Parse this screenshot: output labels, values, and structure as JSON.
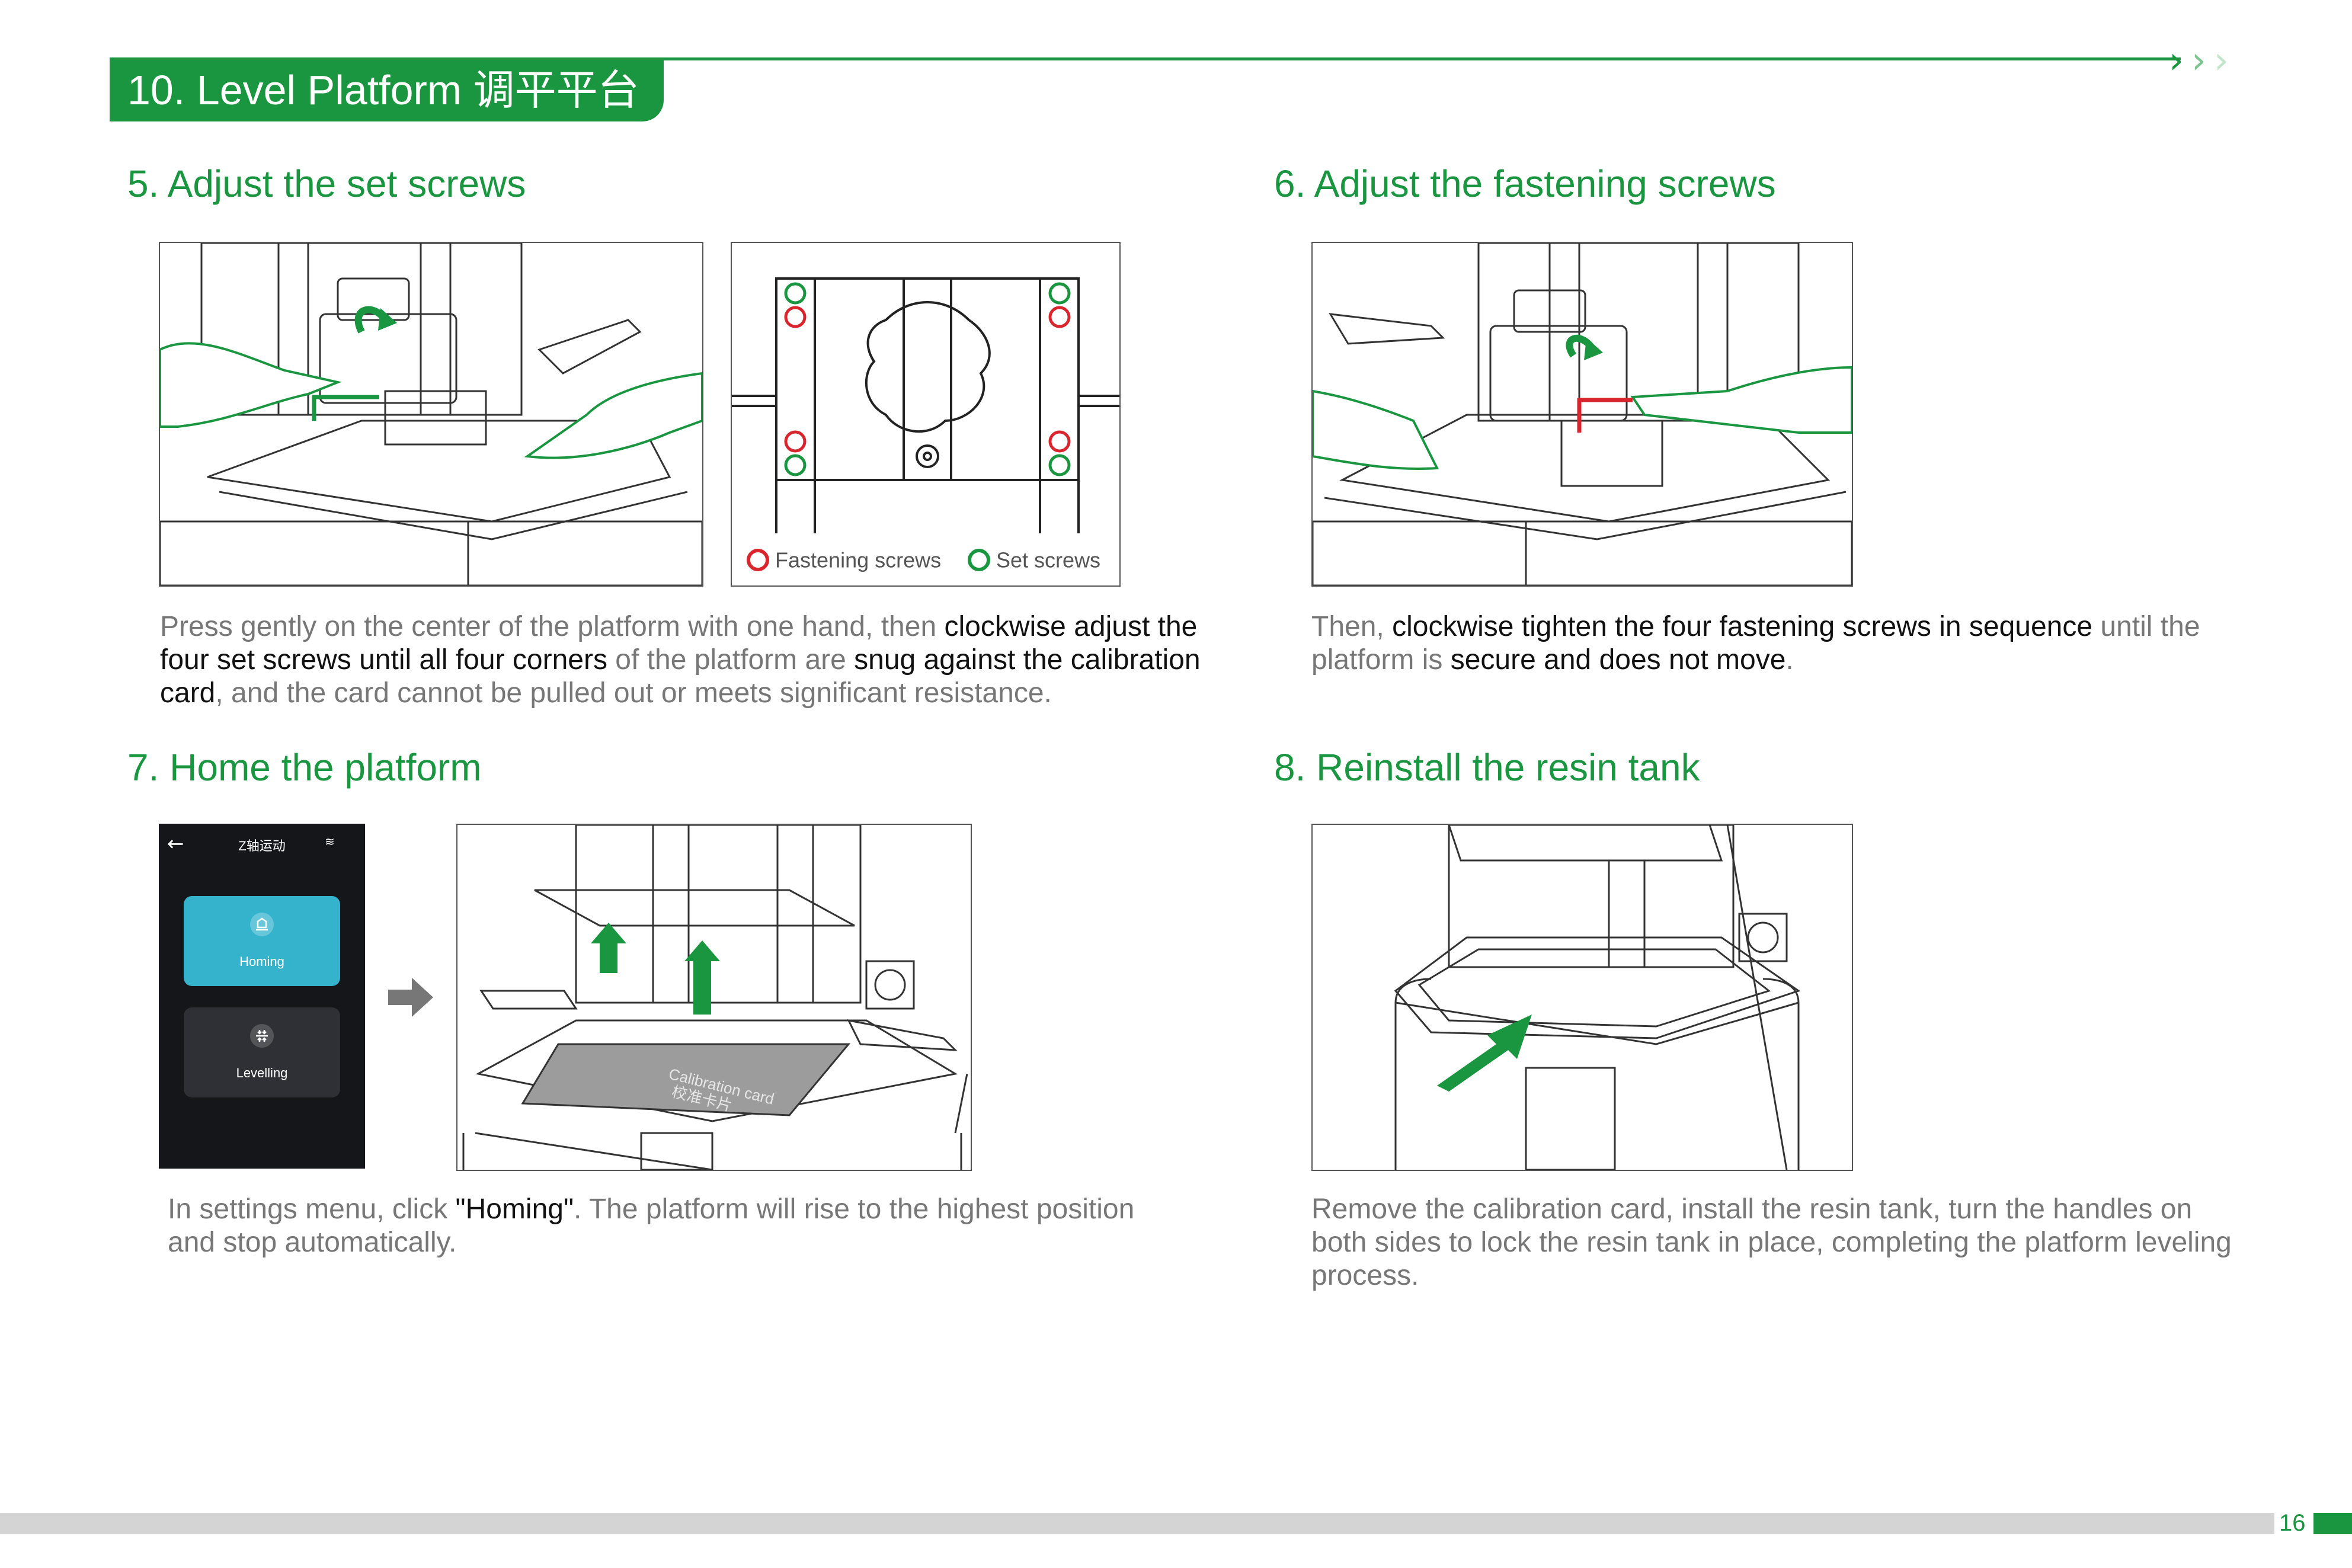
{
  "header": {
    "title": "10. Level Platform 调平平台",
    "chevrons": [
      "›",
      "›",
      "›"
    ]
  },
  "sections": {
    "s5": {
      "title": "5. Adjust the set screws",
      "desc": [
        {
          "t": "Press gently on the center of the platform with one hand, then ",
          "b": false
        },
        {
          "t": "clockwise adjust the four set screws until all four corners",
          "b": true
        },
        {
          "t": " of the platform are ",
          "b": false
        },
        {
          "t": "snug against the calibration card",
          "b": true
        },
        {
          "t": ", and the card cannot be pulled out or meets significant resistance.",
          "b": false
        }
      ],
      "legend": {
        "fastening": "Fastening screws",
        "set": "Set screws"
      }
    },
    "s6": {
      "title": "6. Adjust the fastening screws",
      "desc": [
        {
          "t": "Then, ",
          "b": false
        },
        {
          "t": "clockwise tighten the four fastening screws in sequence",
          "b": true
        },
        {
          "t": " until the platform is ",
          "b": false
        },
        {
          "t": "secure and does not move",
          "b": true
        },
        {
          "t": ".",
          "b": false
        }
      ]
    },
    "s7": {
      "title": "7. Home the platform",
      "desc": [
        {
          "t": "In settings menu, click ",
          "b": false
        },
        {
          "t": "\"Homing\"",
          "b": true
        },
        {
          "t": ". The platform will rise to the highest position and stop automatically.",
          "b": false
        }
      ],
      "phone": {
        "back_icon": "back-arrow-icon",
        "title": "Z轴运动",
        "wifi_icon": "wifi-icon",
        "homing_label": "Homing",
        "levelling_label": "Levelling"
      },
      "card_label_en": "Calibration card",
      "card_label_cn": "校准卡片"
    },
    "s8": {
      "title": "8. Reinstall the resin tank",
      "desc": [
        {
          "t": "Remove the calibration card, install the resin tank, turn the handles on both sides to lock the resin tank in place, completing the platform leveling process.",
          "b": false
        }
      ]
    }
  },
  "colors": {
    "brand_green": "#1a9640",
    "fastening_red": "#d9262e",
    "set_green": "#1a9640",
    "phone_highlight": "#35b3cc",
    "phone_bg": "#151619"
  },
  "footer": {
    "page": "16"
  }
}
